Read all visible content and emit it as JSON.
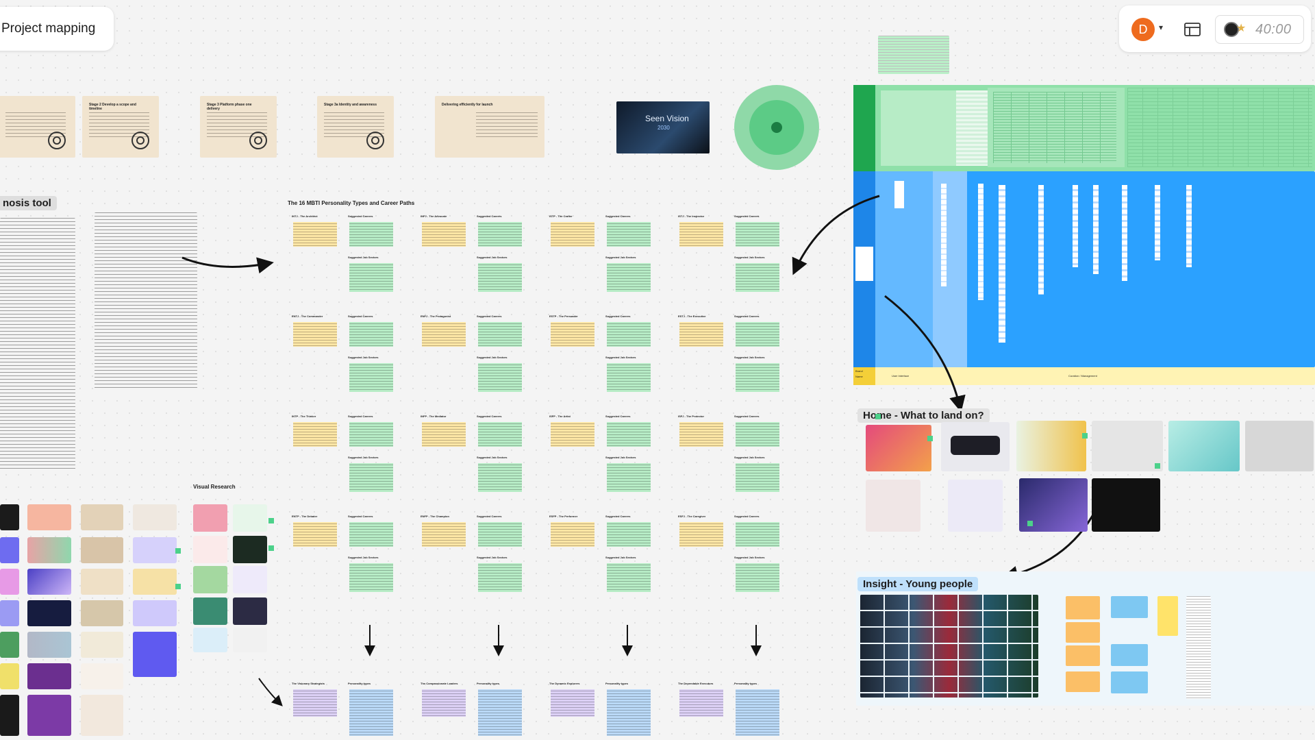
{
  "header": {
    "board_title": "Project mapping",
    "avatar_initial": "D",
    "timer": "40:00"
  },
  "sections": {
    "diagnosis": "nosis tool",
    "mbti_title": "The 16 MBTI Personality Types and Career Paths",
    "visual_research": "Visual Research",
    "home": "Home - What to land on?",
    "insight": "Insight - Young people"
  },
  "diagram_labels": {
    "brand": "Brand",
    "name": "Name",
    "user_interface": "User Interface",
    "curation": "Curation / Management",
    "launch_title": "Seen Vision",
    "launch_sub": "2030"
  },
  "stages": [
    {
      "title": "Stage 2 Develop a scope and timeline"
    },
    {
      "title": "Stage 3 Platform phase one delivery"
    },
    {
      "title": "Stage 3a Identity and awareness"
    },
    {
      "title": "Delivering efficiently for launch"
    }
  ],
  "mbti_rows": [
    [
      "INTJ - The Architect",
      "INFJ - The Advocate",
      "ISTP - The Crafter",
      "ISTJ - The Inspector"
    ],
    [
      "ENTJ - The Commander",
      "ENFJ - The Protagonist",
      "ESTP - The Persuader",
      "ESTJ - The Executive"
    ],
    [
      "INTP - The Thinker",
      "INFP - The Mediator",
      "ISFP - The Artist",
      "ISFJ - The Protector"
    ],
    [
      "ENTP - The Debater",
      "ENFP - The Champion",
      "ESFP - The Performer",
      "ESFJ - The Caregiver"
    ]
  ],
  "mbti_col_labels": {
    "careers": "Suggested Careers",
    "sectors": "Suggested Job Sectors",
    "types": "Personality types"
  },
  "groups": [
    "The Visionary Strategists",
    "The Compassionate Leaders",
    "The Dynamic Explorers",
    "The Dependable Executors"
  ],
  "colors": {
    "accent": "#ee6b1e",
    "green": "#1fa64f",
    "blue": "#1e90ff",
    "yellow": "#fde6a5",
    "mint": "#b7ecc6",
    "lavender": "#dcd0f5",
    "sky": "#bad9f7"
  }
}
